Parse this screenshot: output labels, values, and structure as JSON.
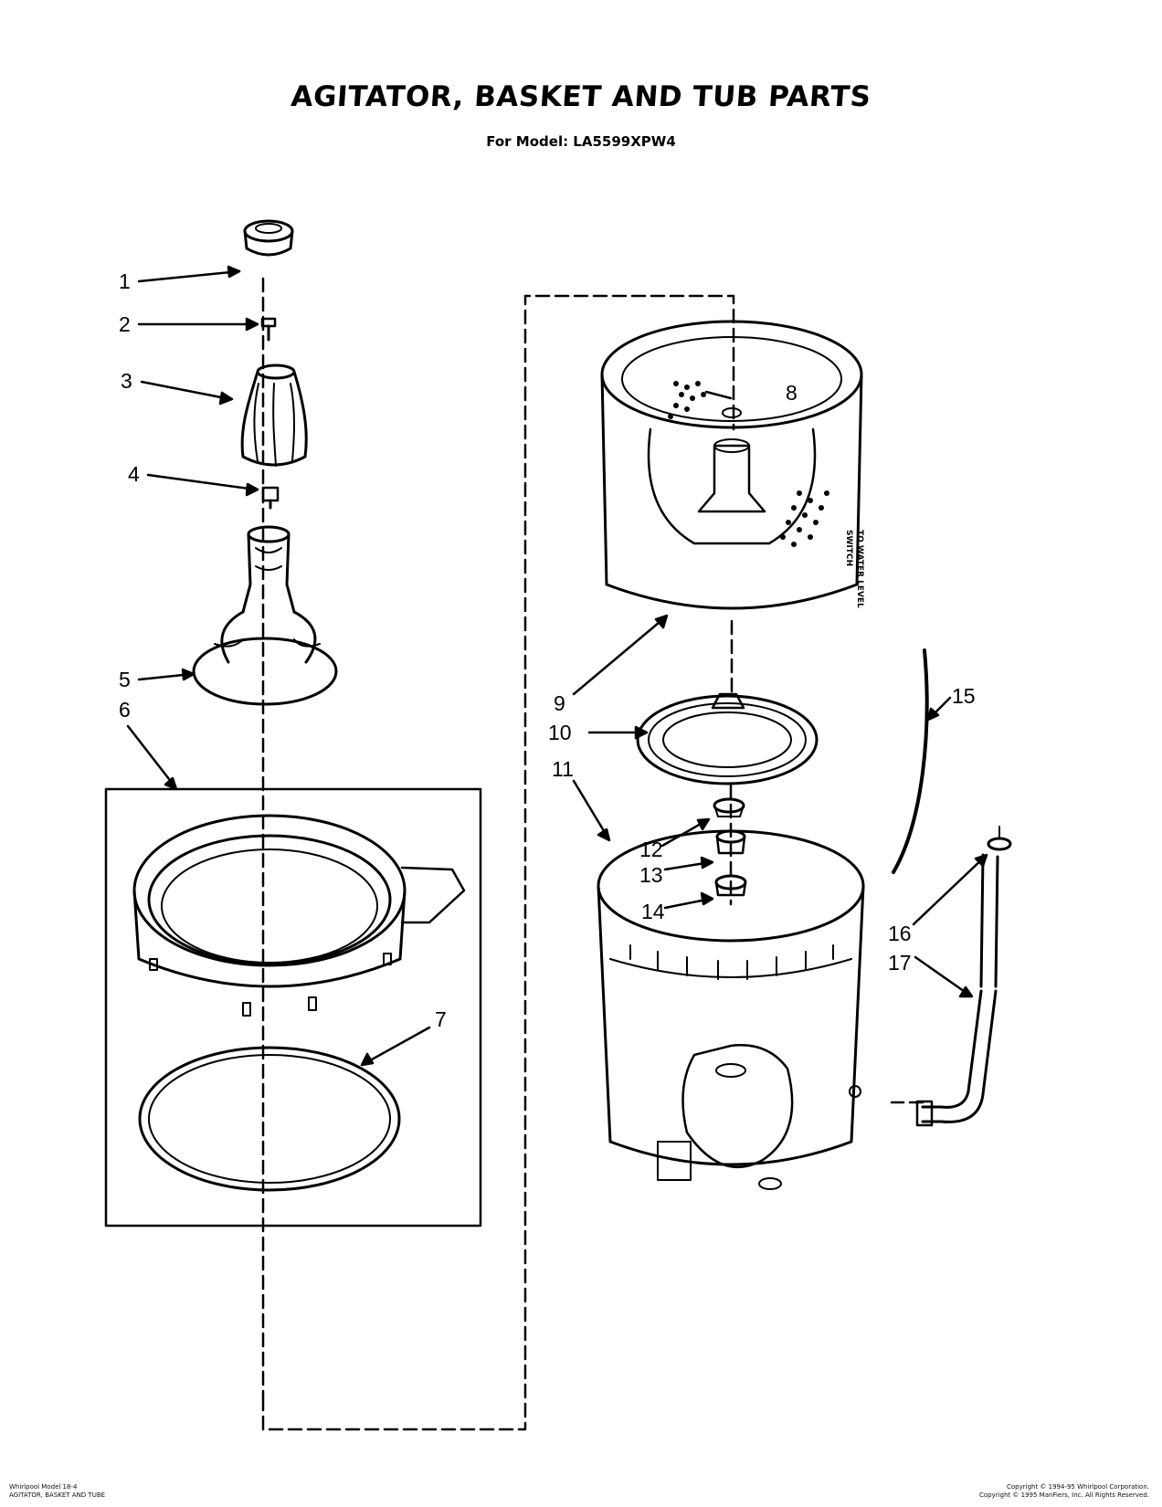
{
  "header": {
    "title": "AGITATOR, BASKET AND TUB PARTS",
    "subtitle": "For Model: LA5599XPW4"
  },
  "callouts": [
    "1",
    "2",
    "3",
    "4",
    "5",
    "6",
    "7",
    "8",
    "9",
    "10",
    "11",
    "12",
    "13",
    "14",
    "15",
    "16",
    "17"
  ],
  "side_note": {
    "line1": "TO WATER LEVEL",
    "line2": "SWITCH"
  },
  "footer": {
    "left_line1": "Whirlpool Model 18-4",
    "left_line2": "AGITATOR, BASKET AND TUBE",
    "right_line1": "Copyright © 1994-95 Whirlpool Corporation.",
    "right_line2": "Copyright © 1995 ManFiers, Inc. All Rights Reserved."
  }
}
